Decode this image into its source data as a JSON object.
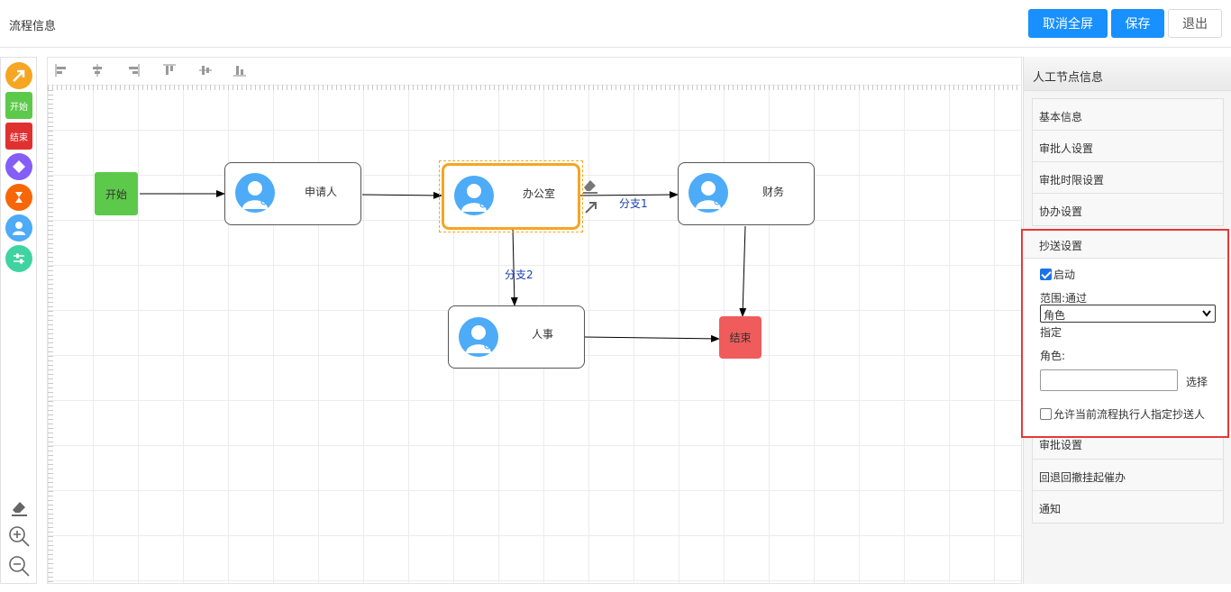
{
  "header": {
    "title": "流程信息",
    "cancel_fullscreen": "取消全屏",
    "save": "保存",
    "exit": "退出"
  },
  "palette": {
    "start_label": "开始",
    "end_label": "结束"
  },
  "canvas": {
    "nodes": {
      "start": "开始",
      "applicant": "申请人",
      "office": "办公室",
      "finance": "财务",
      "hr": "人事",
      "end": "结束"
    },
    "edges": {
      "branch1": "分支1",
      "branch2": "分支2"
    }
  },
  "panel": {
    "title": "人工节点信息",
    "sections_top": [
      "基本信息",
      "审批人设置",
      "审批时限设置",
      "协办设置"
    ],
    "cc": {
      "title": "抄送设置",
      "enable_label": "启动",
      "enable_checked": true,
      "scope_label": "范围:通过",
      "scope_value": "角色",
      "assign_label": "指定",
      "role_label": "角色:",
      "role_value": "",
      "select_button": "选择",
      "allow_label": "允许当前流程执行人指定抄送人",
      "allow_checked": false
    },
    "sections_bottom": [
      "审批设置",
      "回退回撤挂起催办",
      "通知"
    ]
  },
  "colors": {
    "primary": "#1890ff",
    "start_node": "#5cc94a",
    "end_node": "#f05b5b",
    "selected": "#f5a623",
    "avatar": "#4dabf7",
    "highlight_border": "#e53935"
  }
}
